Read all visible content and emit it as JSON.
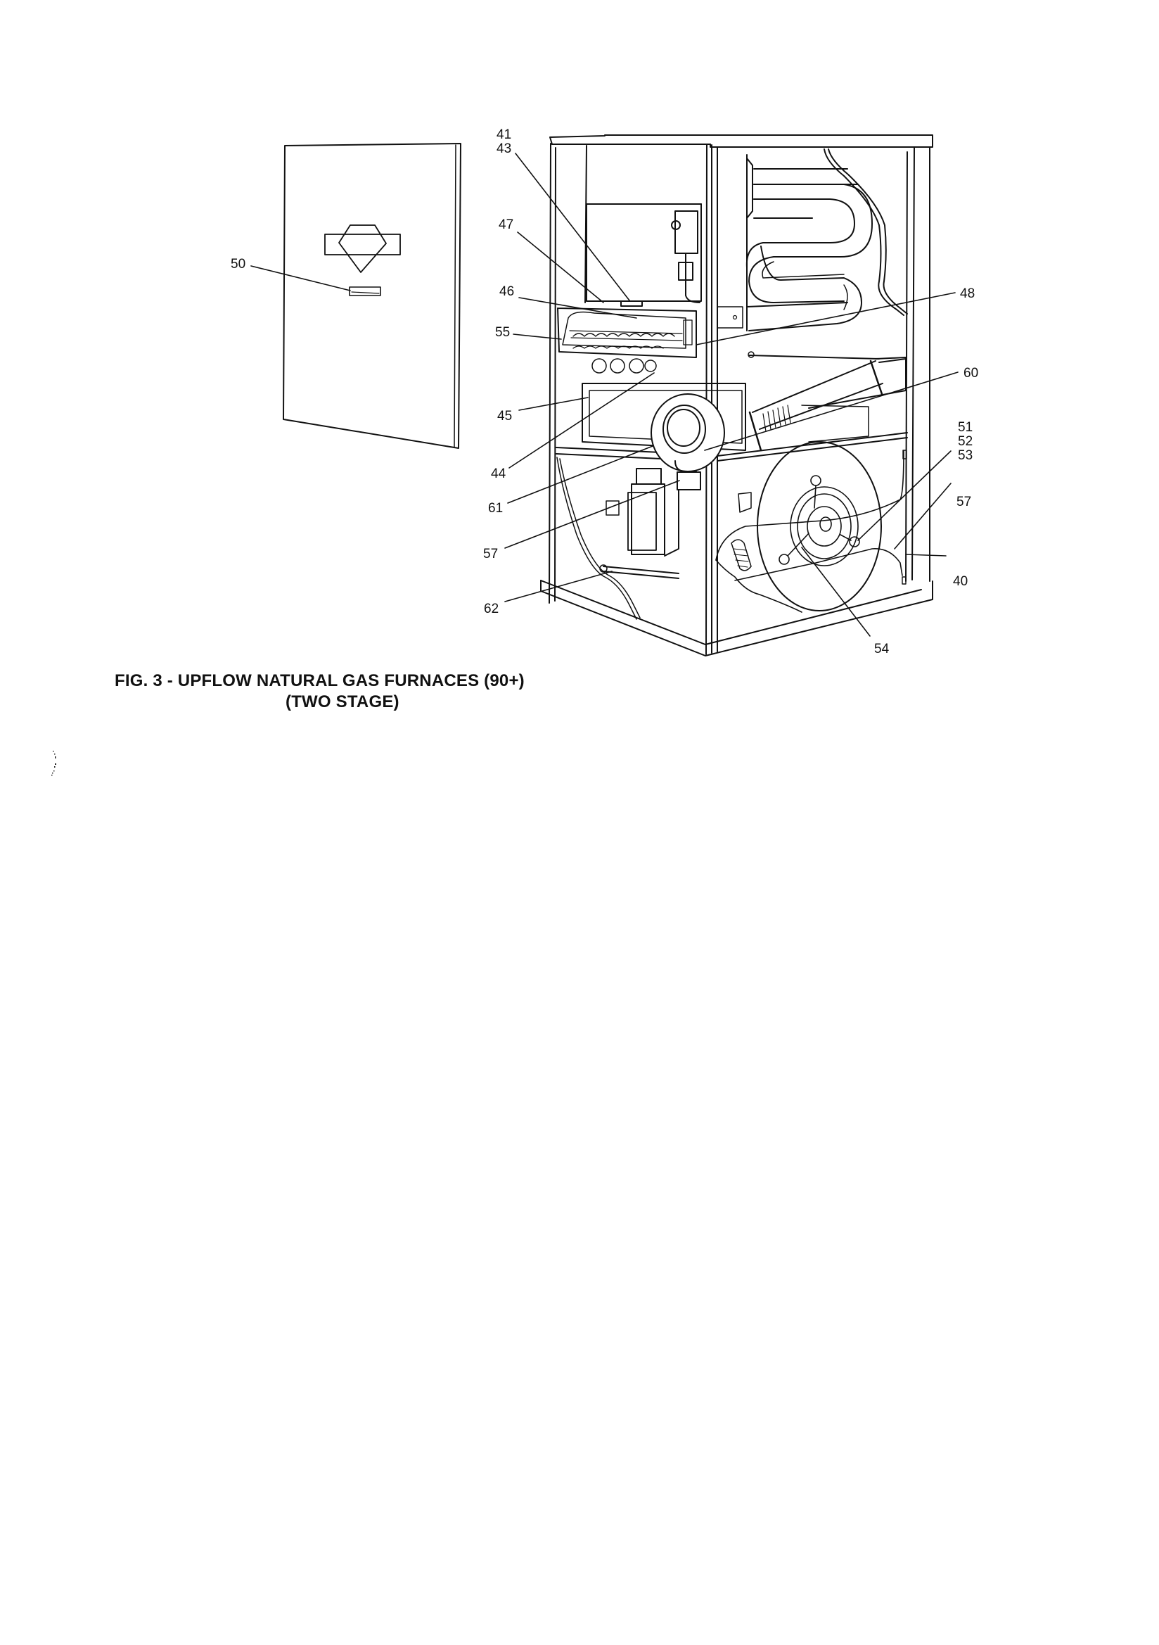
{
  "figure": {
    "caption_line1": "FIG. 3 - UPFLOW NATURAL GAS FURNACES (90+)",
    "caption_line2": "(TWO STAGE)",
    "callouts": {
      "c41": "41",
      "c43": "43",
      "c47": "47",
      "c46": "46",
      "c55": "55",
      "c50": "50",
      "c45": "45",
      "c44": "44",
      "c61": "61",
      "c57_left": "57",
      "c62": "62",
      "c48": "48",
      "c60": "60",
      "c51": "51",
      "c52": "52",
      "c53": "53",
      "c57_right": "57",
      "c40": "40",
      "c54": "54"
    },
    "colors": {
      "ink": "#111111",
      "paper": "#ffffff"
    }
  }
}
